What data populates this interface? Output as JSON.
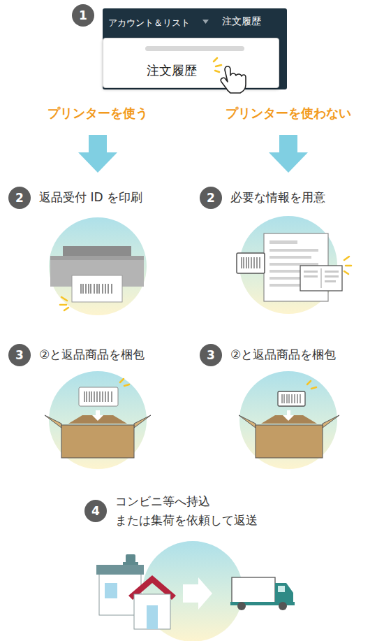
{
  "diagram": {
    "nodes": [
      {
        "text": [
          "1"
        ]
      },
      {
        "text": [
          "アカウント＆リスト",
          "注文履歴"
        ]
      },
      {
        "text": [
          "注文履歴"
        ],
        "in": 1
      },
      {
        "text": [
          "2",
          "返品受付 ID を印刷"
        ]
      },
      {
        "text": [
          "2",
          "必要な情報を用意"
        ]
      },
      {
        "text": [
          "3",
          "②と返品商品を梱包"
        ]
      },
      {
        "text": [
          "3",
          "②と返品商品を梱包"
        ]
      },
      {
        "text": [
          "4",
          "コンビニ等へ持込 または集荷を依頼して返送"
        ]
      }
    ],
    "labels": [
      "プリンターを使う",
      "プリンターを使わない"
    ]
  }
}
